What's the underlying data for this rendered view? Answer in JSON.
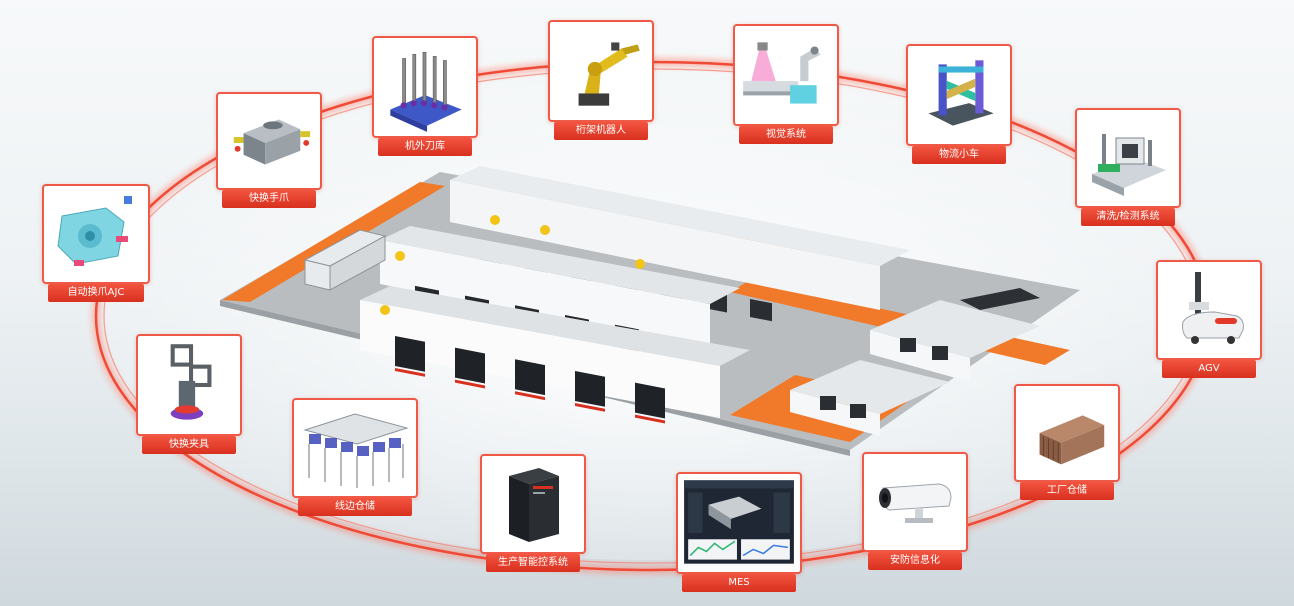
{
  "nodes": [
    {
      "id": "fixture",
      "label": "机外刀库",
      "icon": "fixture-tower-icon"
    },
    {
      "id": "robot",
      "label": "桁架机器人",
      "icon": "industrial-robot-icon"
    },
    {
      "id": "vision",
      "label": "视觉系统",
      "icon": "vision-system-icon"
    },
    {
      "id": "cart",
      "label": "物流小车",
      "icon": "transfer-cart-icon"
    },
    {
      "id": "cleaning",
      "label": "清洗/检测系统",
      "icon": "cleaning-station-icon"
    },
    {
      "id": "agv",
      "label": "AGV",
      "icon": "agv-icon"
    },
    {
      "id": "factory_warehouse",
      "label": "工厂仓储",
      "icon": "warehouse-box-icon"
    },
    {
      "id": "camera",
      "label": "安防信息化",
      "icon": "security-camera-icon"
    },
    {
      "id": "mes",
      "label": "MES",
      "icon": "mes-dashboard-icon"
    },
    {
      "id": "control",
      "label": "生产智能控系统",
      "icon": "control-cabinet-icon"
    },
    {
      "id": "line_warehouse",
      "label": "线边仓储",
      "icon": "storage-rack-icon"
    },
    {
      "id": "quick_fixture",
      "label": "快换夹具",
      "icon": "quick-fixture-icon"
    },
    {
      "id": "ajc",
      "label": "自动换爪AJC",
      "icon": "ajc-gripper-icon"
    },
    {
      "id": "quick_hand",
      "label": "快换手爪",
      "icon": "quick-change-hand-icon"
    }
  ],
  "colors": {
    "accent": "#ef5a48",
    "accent_dark": "#d8301f",
    "floor_orange": "#f07a2a",
    "floor_gray": "#b9bdc0"
  }
}
